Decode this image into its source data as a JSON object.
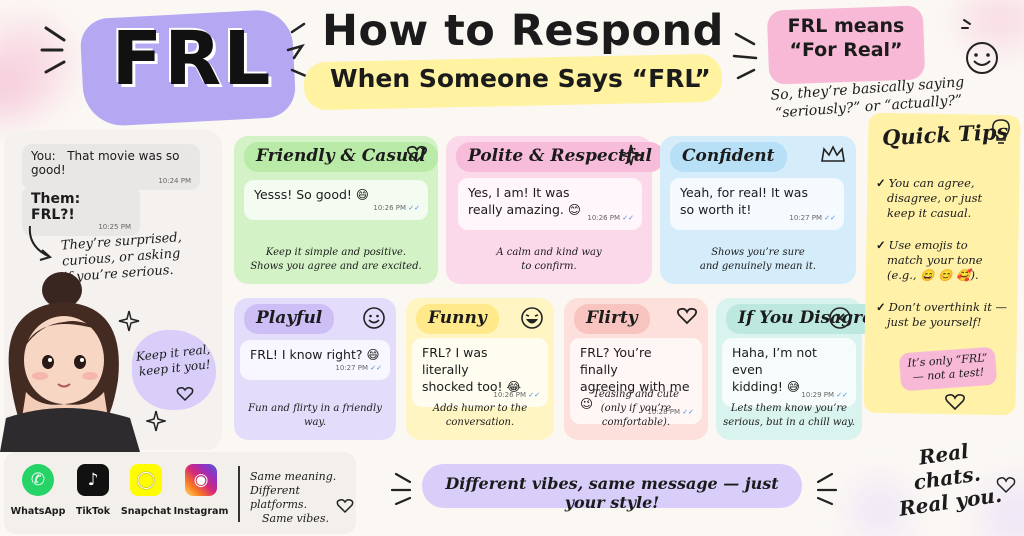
{
  "header": {
    "logo": "FRL",
    "title": "How to Respond",
    "subtitle": "When Someone Says “FRL”",
    "meaning_line1": "FRL means",
    "meaning_line2": "“For Real”",
    "meaning_note_line1": "So, they’re basically saying",
    "meaning_note_line2": "“seriously?” or “actually?”"
  },
  "example_chat": {
    "you_label": "You:",
    "you_text": "That movie was so good!",
    "you_time": "10:24 PM",
    "them_label": "Them:",
    "them_text": "FRL?!",
    "them_time": "10:25 PM",
    "note": [
      "They’re surprised,",
      "curious, or asking",
      "if you’re serious."
    ],
    "keep_real": [
      "Keep it real,",
      "keep it you!"
    ]
  },
  "cards": [
    {
      "title": "Friendly & Casual",
      "icon": "heart-icon",
      "message": [
        "Yesss! So good! 😄"
      ],
      "time": "10:26 PM",
      "caption": [
        "Keep it simple and positive.",
        "Shows you agree and are excited."
      ]
    },
    {
      "title": "Polite & Respectful",
      "icon": "sparkle-icon",
      "message": [
        "Yes, I am! It was",
        "really amazing. 😊"
      ],
      "time": "10:26 PM",
      "caption": [
        "A calm and kind way",
        "to confirm."
      ]
    },
    {
      "title": "Confident",
      "icon": "crown-icon",
      "message": [
        "Yeah, for real! It was",
        "so worth it!"
      ],
      "time": "10:27 PM",
      "caption": [
        "Shows you’re sure",
        "and genuinely mean it."
      ]
    },
    {
      "title": "Playful",
      "icon": "smiley-icon",
      "message": [
        "FRL! I know right? 😄"
      ],
      "time": "10:27 PM",
      "caption": [
        "Fun and flirty in a friendly way."
      ]
    },
    {
      "title": "Funny",
      "icon": "laughing-icon",
      "message": [
        "FRL? I was literally",
        "shocked too! 😂"
      ],
      "time": "10:26 PM",
      "caption": [
        "Adds humor to the",
        "conversation."
      ]
    },
    {
      "title": "Flirty",
      "icon": "heart-icon",
      "message": [
        "FRL? You’re finally",
        "agreeing with me 😉"
      ],
      "time": "10:28 PM",
      "caption": [
        "Teasing and cute",
        "(only if you’re comfortable)."
      ]
    },
    {
      "title": "If You Disagree",
      "icon": "x-circle-icon",
      "message": [
        "Haha, I’m not even",
        "kidding! 😅"
      ],
      "time": "10:29 PM",
      "caption": [
        "Lets them know you’re",
        "serious, but in a chill way."
      ]
    }
  ],
  "tips": {
    "title": "Quick Tips",
    "items": [
      [
        "You can agree,",
        "disagree, or just",
        "keep it casual."
      ],
      [
        "Use emojis to",
        "match your tone",
        "(e.g., 😄 😊 🥰)."
      ],
      [
        "Don’t overthink it —",
        "just be yourself!"
      ]
    ],
    "only_frl": [
      "It’s only “FRL”",
      "— not a test!"
    ]
  },
  "apps": [
    {
      "name": "WhatsApp",
      "color": "#25d366"
    },
    {
      "name": "TikTok",
      "color": "#111111"
    },
    {
      "name": "Snapchat",
      "color": "#fffc00"
    },
    {
      "name": "Instagram",
      "color": "#d62976"
    }
  ],
  "apps_note": [
    "Same meaning.",
    "Different platforms.",
    "Same vibes."
  ],
  "footer": {
    "vibes": "Different vibes, same message — just your style!",
    "real_line1": "Real chats.",
    "real_line2": "Real you."
  },
  "colors": {
    "green": "#d3f2c6",
    "green_head": "#b9eaa8",
    "pink": "#fbd9ea",
    "pink_head": "#f6bcd9",
    "blue": "#d5ecfa",
    "blue_head": "#b7dff5",
    "lavender": "#e4dcfb",
    "lavender_head": "#cdbff6",
    "yellow": "#fff5c2",
    "yellow_head": "#ffe98a",
    "salmon": "#fde0dc",
    "salmon_head": "#f8c4bf",
    "mint": "#d9f3ee",
    "mint_head": "#bde8df"
  }
}
